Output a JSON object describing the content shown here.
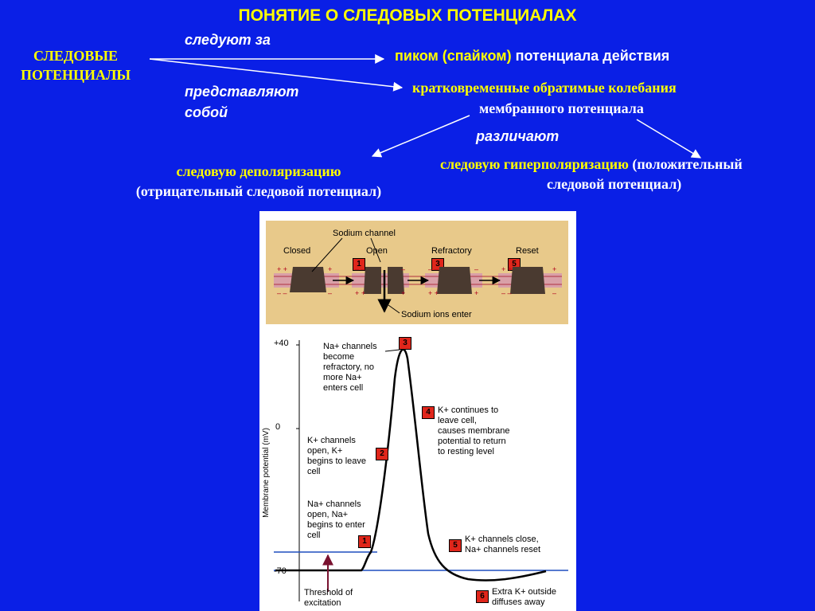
{
  "title": "ПОНЯТИЕ О СЛЕДОВЫХ ПОТЕНЦИАЛАХ",
  "left_term": [
    "СЛЕДОВЫЕ",
    "ПОТЕНЦИАЛЫ"
  ],
  "follow_label": "следуют за",
  "peak_highlight": "пиком (спайком)",
  "peak_rest": "потенциала действия",
  "represent_label": [
    "представляют",
    "собой"
  ],
  "oscillation_line1": "кратковременные обратимые колебания",
  "oscillation_line2": "мембранного потенциала",
  "distinguish_label": "различают",
  "depol_line1": "следовую деполяризацию",
  "depol_line2": "(отрицательный следовой потенциал)",
  "hyper_highlight": "следовую гиперполяризацию",
  "hyper_rest": "(положительный",
  "hyper_line2": "следовой потенциал)",
  "figure": {
    "channel_title": "Sodium channel",
    "states": [
      "Closed",
      "Open",
      "Refractory",
      "Reset"
    ],
    "state_badges": [
      "1",
      "3",
      "5"
    ],
    "ions_label": "Sodium ions enter",
    "y_axis_label": "Membrane potential (mV)",
    "y_ticks": [
      "+40",
      "0",
      "-70"
    ],
    "annotations": {
      "a3": "Na+ channels\nbecome\nrefractory, no\nmore Na+\nenters cell",
      "a2": "K+ channels\nopen, K+\nbegins to leave\ncell",
      "a1": "Na+ channels\nopen, Na+\nbegins to enter\ncell",
      "a4": "K+ continues to\nleave cell,\ncauses membrane\npotential to return\nto resting level",
      "a5": "K+ channels close,\nNa+ channels reset",
      "a6": "Extra K+ outside\ndiffuses away",
      "threshold": "Threshold of\nexcitation"
    },
    "badges": [
      "1",
      "2",
      "3",
      "4",
      "5",
      "6"
    ]
  }
}
